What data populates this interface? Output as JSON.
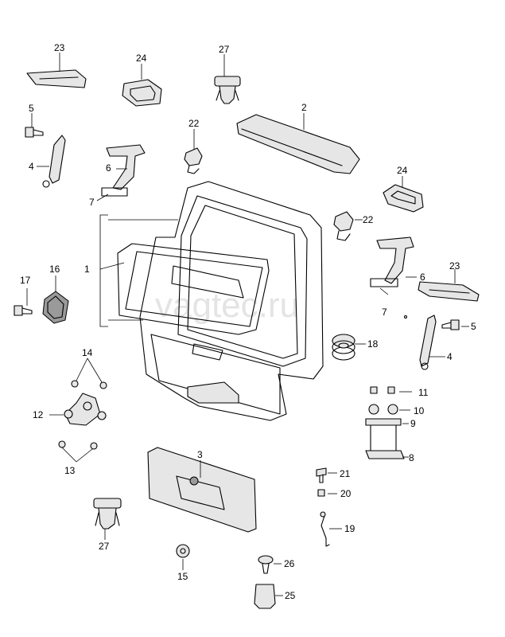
{
  "watermark": "vagtec.ru",
  "labels": [
    {
      "id": "23a",
      "text": "23"
    },
    {
      "id": "24a",
      "text": "24"
    },
    {
      "id": "27a",
      "text": "27"
    },
    {
      "id": "5a",
      "text": "5"
    },
    {
      "id": "2",
      "text": "2"
    },
    {
      "id": "22a",
      "text": "22"
    },
    {
      "id": "4a",
      "text": "4"
    },
    {
      "id": "6a",
      "text": "6"
    },
    {
      "id": "7a",
      "text": "7"
    },
    {
      "id": "24b",
      "text": "24"
    },
    {
      "id": "22b",
      "text": "22"
    },
    {
      "id": "1",
      "text": "1"
    },
    {
      "id": "16",
      "text": "16"
    },
    {
      "id": "17",
      "text": "17"
    },
    {
      "id": "6b",
      "text": "6"
    },
    {
      "id": "23b",
      "text": "23"
    },
    {
      "id": "7b",
      "text": "7"
    },
    {
      "id": "5b",
      "text": "5"
    },
    {
      "id": "18",
      "text": "18"
    },
    {
      "id": "4b",
      "text": "4"
    },
    {
      "id": "14",
      "text": "14"
    },
    {
      "id": "11",
      "text": "11"
    },
    {
      "id": "12",
      "text": "12"
    },
    {
      "id": "10",
      "text": "10"
    },
    {
      "id": "9",
      "text": "9"
    },
    {
      "id": "13",
      "text": "13"
    },
    {
      "id": "8",
      "text": "8"
    },
    {
      "id": "3",
      "text": "3"
    },
    {
      "id": "21",
      "text": "21"
    },
    {
      "id": "20",
      "text": "20"
    },
    {
      "id": "19",
      "text": "19"
    },
    {
      "id": "27b",
      "text": "27"
    },
    {
      "id": "26",
      "text": "26"
    },
    {
      "id": "15",
      "text": "15"
    },
    {
      "id": "25",
      "text": "25"
    }
  ]
}
